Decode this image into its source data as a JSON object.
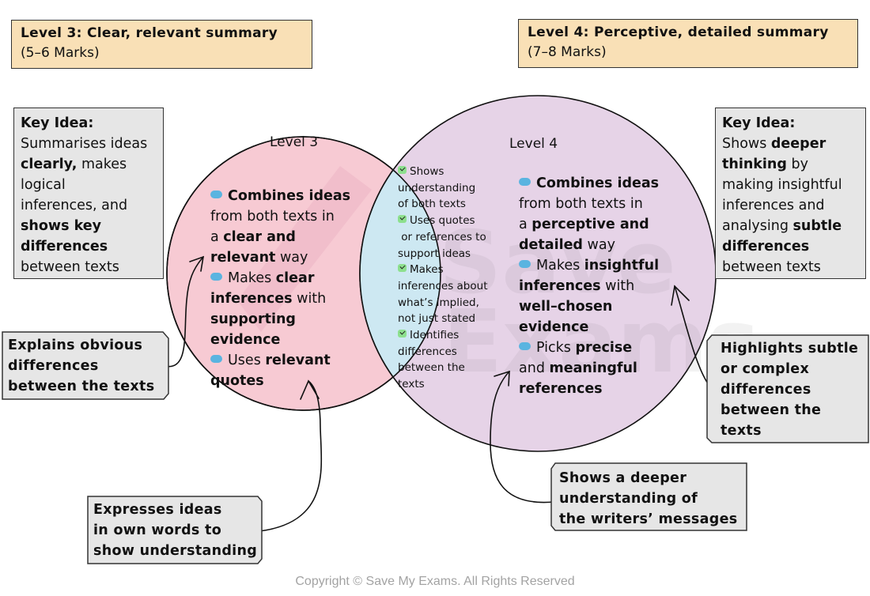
{
  "levels": {
    "level3": {
      "title": "Level 3: Clear, relevant summary",
      "marks": "(5–6 Marks)"
    },
    "level4": {
      "title": "Level 4: Perceptive, detailed summary",
      "marks": "(7–8 Marks)"
    }
  },
  "key_ideas": {
    "left": {
      "heading": "Key Idea:",
      "lines": [
        [
          {
            "t": "Summarises ideas",
            "b": false
          }
        ],
        [
          {
            "t": "clearly,",
            "b": true
          },
          {
            "t": " makes",
            "b": false
          }
        ],
        [
          {
            "t": "logical",
            "b": false
          }
        ],
        [
          {
            "t": "inferences, and",
            "b": false
          }
        ],
        [
          {
            "t": "shows key",
            "b": true
          }
        ],
        [
          {
            "t": "differences",
            "b": true
          }
        ],
        [
          {
            "t": "between texts",
            "b": false
          }
        ]
      ]
    },
    "right": {
      "heading": "Key Idea:",
      "lines": [
        [
          {
            "t": "Shows ",
            "b": false
          },
          {
            "t": "deeper",
            "b": true
          }
        ],
        [
          {
            "t": "thinking",
            "b": true
          },
          {
            "t": " by",
            "b": false
          }
        ],
        [
          {
            "t": "making insightful",
            "b": false
          }
        ],
        [
          {
            "t": "inferences and",
            "b": false
          }
        ],
        [
          {
            "t": "analysing ",
            "b": false
          },
          {
            "t": "subtle",
            "b": true
          }
        ],
        [
          {
            "t": "differences",
            "b": true
          }
        ],
        [
          {
            "t": "between texts",
            "b": false
          }
        ]
      ]
    }
  },
  "venn": {
    "left_title": "Level 3",
    "right_title": "Level 4",
    "colors": {
      "left": "#f7cad3",
      "right": "#e6d3e7",
      "overlap": "#cde8f2",
      "bullet": "#5ab4e0",
      "tick": "#8de08e"
    },
    "left_lines": [
      {
        "bullet": true,
        "parts": [
          {
            "t": "Combines ideas",
            "b": true
          }
        ]
      },
      {
        "bullet": false,
        "parts": [
          {
            "t": "from both texts in",
            "b": false
          }
        ]
      },
      {
        "bullet": false,
        "parts": [
          {
            "t": "a ",
            "b": false
          },
          {
            "t": "clear and",
            "b": true
          }
        ]
      },
      {
        "bullet": false,
        "parts": [
          {
            "t": "relevant",
            "b": true
          },
          {
            "t": " way",
            "b": false
          }
        ]
      },
      {
        "bullet": true,
        "parts": [
          {
            "t": "Makes ",
            "b": false
          },
          {
            "t": "clear",
            "b": true
          }
        ]
      },
      {
        "bullet": false,
        "parts": [
          {
            "t": "inferences",
            "b": true
          },
          {
            "t": " with",
            "b": false
          }
        ]
      },
      {
        "bullet": false,
        "parts": [
          {
            "t": "supporting",
            "b": true
          }
        ]
      },
      {
        "bullet": false,
        "parts": [
          {
            "t": "evidence",
            "b": true
          }
        ]
      },
      {
        "bullet": true,
        "parts": [
          {
            "t": "Uses ",
            "b": false
          },
          {
            "t": "relevant",
            "b": true
          }
        ]
      },
      {
        "bullet": false,
        "parts": [
          {
            "t": "quotes",
            "b": true
          }
        ]
      }
    ],
    "right_lines": [
      {
        "bullet": true,
        "parts": [
          {
            "t": "Combines ideas",
            "b": true
          }
        ]
      },
      {
        "bullet": false,
        "parts": [
          {
            "t": "from both texts in",
            "b": false
          }
        ]
      },
      {
        "bullet": false,
        "parts": [
          {
            "t": "a ",
            "b": false
          },
          {
            "t": "perceptive and",
            "b": true
          }
        ]
      },
      {
        "bullet": false,
        "parts": [
          {
            "t": "detailed",
            "b": true
          },
          {
            "t": " way",
            "b": false
          }
        ]
      },
      {
        "bullet": true,
        "parts": [
          {
            "t": "Makes ",
            "b": false
          },
          {
            "t": "insightful",
            "b": true
          }
        ]
      },
      {
        "bullet": false,
        "parts": [
          {
            "t": "inferences",
            "b": true
          },
          {
            "t": " with",
            "b": false
          }
        ]
      },
      {
        "bullet": false,
        "parts": [
          {
            "t": "well–chosen",
            "b": true
          }
        ]
      },
      {
        "bullet": false,
        "parts": [
          {
            "t": "evidence",
            "b": true
          }
        ]
      },
      {
        "bullet": true,
        "parts": [
          {
            "t": "Picks ",
            "b": false
          },
          {
            "t": "precise",
            "b": true
          }
        ]
      },
      {
        "bullet": false,
        "parts": [
          {
            "t": "and ",
            "b": false
          },
          {
            "t": "meaningful",
            "b": true
          }
        ]
      },
      {
        "bullet": false,
        "parts": [
          {
            "t": "references",
            "b": true
          }
        ]
      }
    ],
    "overlap_lines": [
      {
        "tick": true,
        "t": "Shows"
      },
      {
        "tick": false,
        "t": "understanding"
      },
      {
        "tick": false,
        "t": "of both texts"
      },
      {
        "tick": true,
        "t": "Uses quotes"
      },
      {
        "tick": false,
        "t": " or references to"
      },
      {
        "tick": false,
        "t": "support ideas"
      },
      {
        "tick": true,
        "t": "Makes"
      },
      {
        "tick": false,
        "t": "inferences about"
      },
      {
        "tick": false,
        "t": "what’s implied,"
      },
      {
        "tick": false,
        "t": "not just stated"
      },
      {
        "tick": true,
        "t": "Identifies"
      },
      {
        "tick": false,
        "t": "differences"
      },
      {
        "tick": false,
        "t": "between the"
      },
      {
        "tick": false,
        "t": "texts"
      }
    ]
  },
  "notes": {
    "obvious": [
      "Explains obvious",
      "differences",
      "between the texts"
    ],
    "own_words": [
      "Expresses ideas",
      "in own words to",
      "show understanding"
    ],
    "deeper": [
      "Shows a deeper",
      "understanding of",
      "the writers’ messages"
    ],
    "subtle": [
      "Highlights subtle",
      "or complex",
      "differences",
      "between the",
      "texts"
    ]
  },
  "watermark": "Save My Exams",
  "copyright": "Copyright © Save My Exams. All Rights Reserved"
}
